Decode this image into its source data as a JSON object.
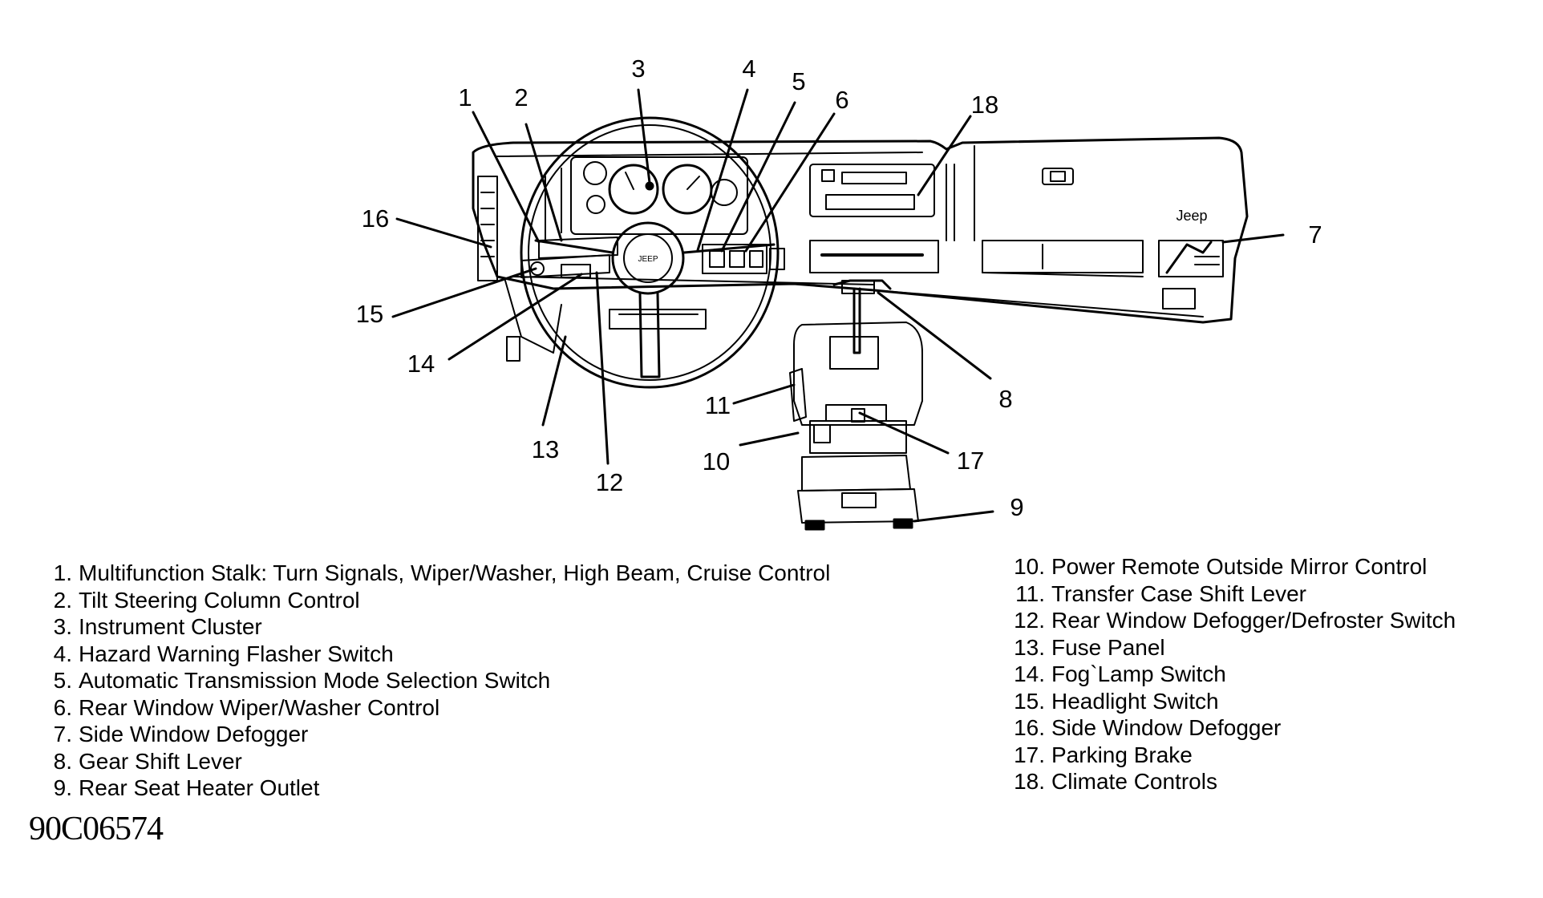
{
  "figure_code": "90C06574",
  "callouts": [
    "1",
    "2",
    "3",
    "4",
    "5",
    "6",
    "7",
    "8",
    "9",
    "10",
    "11",
    "12",
    "13",
    "14",
    "15",
    "16",
    "17",
    "18"
  ],
  "legend_left": [
    {
      "num": "1.",
      "label": "Multifunction Stalk: Turn Signals, Wiper/Washer, High Beam, Cruise Control"
    },
    {
      "num": "2.",
      "label": "Tilt Steering Column Control"
    },
    {
      "num": "3.",
      "label": "Instrument Cluster"
    },
    {
      "num": "4.",
      "label": "Hazard Warning Flasher Switch"
    },
    {
      "num": "5.",
      "label": "Automatic Transmission Mode Selection Switch"
    },
    {
      "num": "6.",
      "label": "Rear Window Wiper/Washer Control"
    },
    {
      "num": "7.",
      "label": "Side Window Defogger"
    },
    {
      "num": "8.",
      "label": "Gear Shift Lever"
    },
    {
      "num": "9.",
      "label": "Rear Seat Heater Outlet"
    }
  ],
  "legend_right": [
    {
      "num": "10.",
      "label": "Power Remote Outside Mirror Control"
    },
    {
      "num": "11.",
      "label": "Transfer Case Shift Lever"
    },
    {
      "num": "12.",
      "label": "Rear Window Defogger/Defroster Switch"
    },
    {
      "num": "13.",
      "label": "Fuse Panel"
    },
    {
      "num": "14.",
      "label": "Fog`Lamp Switch"
    },
    {
      "num": "15.",
      "label": "Headlight Switch"
    },
    {
      "num": "16.",
      "label": "Side Window Defogger"
    },
    {
      "num": "17.",
      "label": "Parking Brake"
    },
    {
      "num": "18.",
      "label": "Climate Controls"
    }
  ],
  "dash_brand_text": "Jeep"
}
